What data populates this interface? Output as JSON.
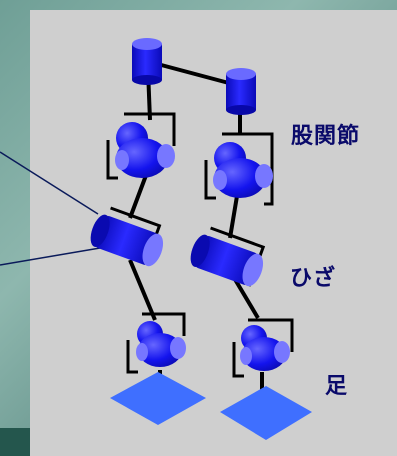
{
  "labels": {
    "hip": "股関節",
    "knee": "ひざ",
    "foot": "足"
  },
  "colors": {
    "joint": "#1a1aff",
    "joint_highlight": "#7777ff",
    "foot_plate": "#3f6fff",
    "link": "#000000",
    "panel": "#cfcfcf",
    "label_text": "#0a0a6a",
    "pointer_line": "#0a1a5a"
  },
  "icons": [
    "hip-joint-icon",
    "knee-joint-icon",
    "ankle-joint-icon",
    "foot-plate-icon"
  ]
}
